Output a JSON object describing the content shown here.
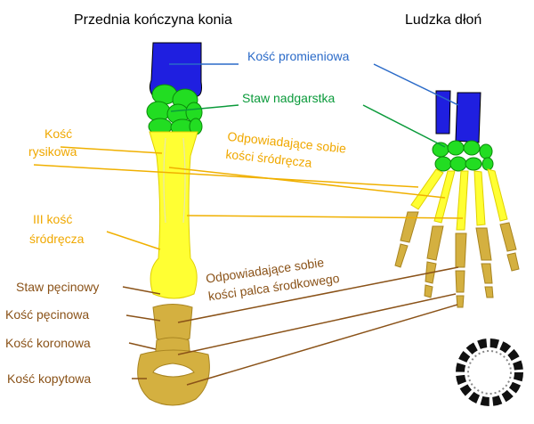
{
  "titles": {
    "horse": "Przednia kończyna konia",
    "human": "Ludzka dłoń"
  },
  "labels": {
    "radius": "Kość promieniowa",
    "carpus": "Staw nadgarstka",
    "splint_1": "Kość",
    "splint_2": "rysikowa",
    "third_mc_1": "III kość",
    "third_mc_2": "śródręcza",
    "metacarpal_match_1": "Odpowiadające  sobie",
    "metacarpal_match_2": "kości śródręcza",
    "phalanx_match_1": "Odpowiadające sobie",
    "phalanx_match_2": "kości palca środkowego",
    "fetlock": "Staw pęcinowy",
    "pastern": "Kość pęcinowa",
    "coronary": "Kość koronowa",
    "coffin": "Kość kopytowa"
  },
  "colors": {
    "radius": "#1f1fe0",
    "carpus": "#22dd22",
    "metacarpal": "#ffff33",
    "phalanx": "#d4b040",
    "label_blue": "#2a6ac8",
    "label_green": "#0a9a3a",
    "label_orange": "#f0a800",
    "label_brown": "#8a5218"
  }
}
